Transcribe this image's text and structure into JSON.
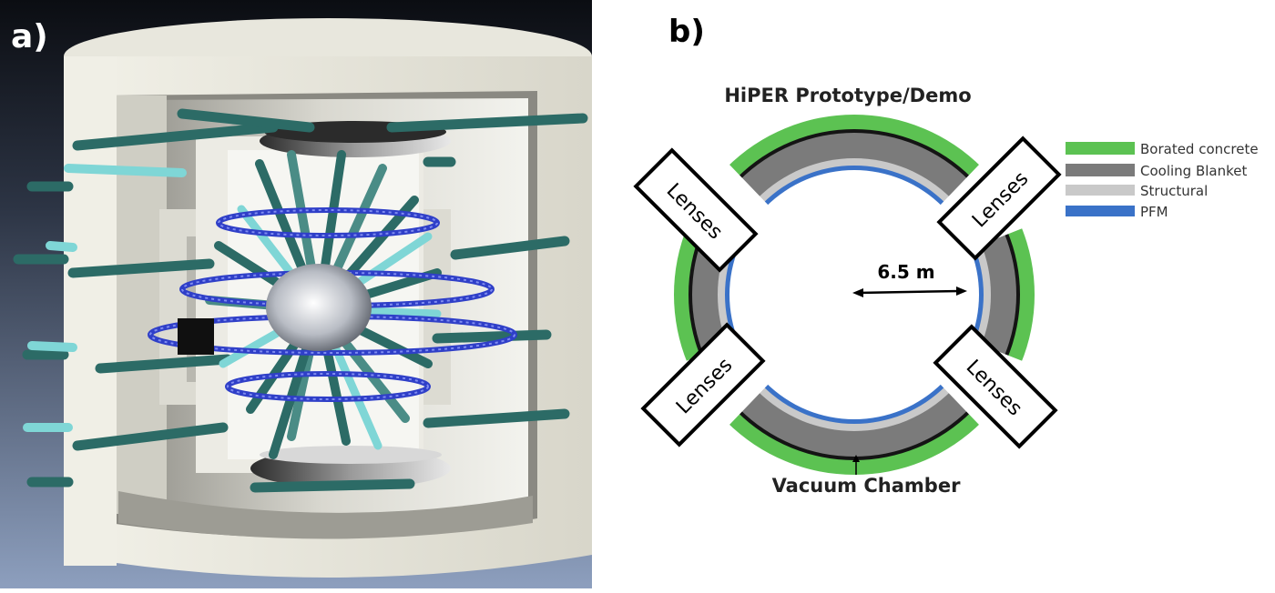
{
  "panel_a": {
    "label": "a)"
  },
  "panel_b": {
    "label": "b)",
    "title": "HiPER Prototype/Demo",
    "lenses": [
      "Lenses",
      "Lenses",
      "Lenses",
      "Lenses"
    ],
    "radius_label": "6.5 m",
    "chamber_label": "Vacuum Chamber",
    "legend": [
      {
        "label": "Borated concrete",
        "color": "#5cc252"
      },
      {
        "label": "Cooling Blanket",
        "color": "#7b7b7b"
      },
      {
        "label": "Structural",
        "color": "#c9c9c9"
      },
      {
        "label": "PFM",
        "color": "#3a72c8"
      }
    ]
  }
}
